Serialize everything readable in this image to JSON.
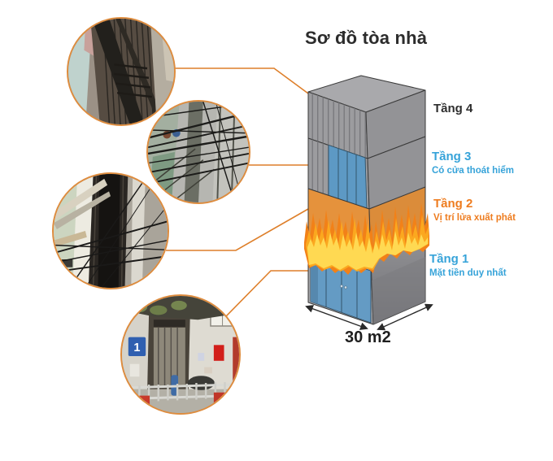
{
  "title": "Sơ đồ tòa nhà",
  "building": {
    "area_label": "30 m2",
    "floors": [
      {
        "name": "Tầng 4",
        "desc": ""
      },
      {
        "name": "Tầng 3",
        "desc": "Có cửa thoát hiểm"
      },
      {
        "name": "Tầng 2",
        "desc": "Vị trí lửa xuất phát"
      },
      {
        "name": "Tầng 1",
        "desc": "Mặt tiền duy nhất"
      }
    ]
  },
  "photos": [
    {
      "name": "caged-facade-photo"
    },
    {
      "name": "tangled-wires-photo"
    },
    {
      "name": "burnt-facade-photo"
    },
    {
      "name": "alley-entrance-photo",
      "house_number": "1"
    }
  ],
  "colors": {
    "accent_orange_line": "#de7f2a",
    "label_blue": "#36a3d9",
    "label_orange": "#ee7c1f",
    "label_dark": "#2d2d2d",
    "building_gray": "#9c9c9f",
    "building_blue": "#649bc4",
    "fire_floor_orange": "#e5923c",
    "flame_yellow": "#ffd952"
  }
}
